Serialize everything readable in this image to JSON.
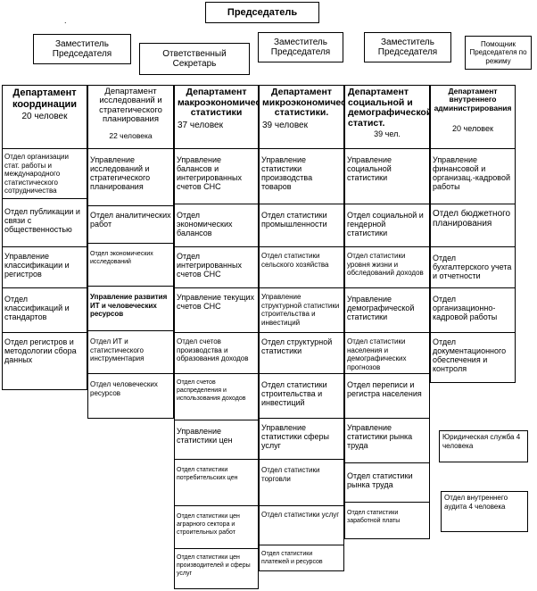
{
  "top": {
    "chairman": "Председатель",
    "deputies": [
      "Заместитель Председателя",
      "Заместитель Председателя",
      "Заместитель Председателя"
    ],
    "secretary": "Ответственный Секретарь",
    "assistant": "Помощник Председателя по режиму"
  },
  "departments": [
    {
      "name": "Департамент координации",
      "count": "20 человек"
    },
    {
      "name": "Департамент исследований и стратегического планирования",
      "count": "22 человека"
    },
    {
      "name": "Департамент макроэкономической статистики",
      "count": "37 человек"
    },
    {
      "name": "Департамент микроэкономической статистики.",
      "count": "39 человек"
    },
    {
      "name": "Департамент социальной и демографической статист.",
      "count": "39 чел."
    },
    {
      "name": "Департамент внутреннего администрирования",
      "count": "20 человек"
    }
  ],
  "units": {
    "col1": [
      "Отдел организации стат. работы и международного статистического сотрудничества",
      "Отдел публикации и связи с общественностью",
      "Управление классификации и регистров",
      "Отдел классификаций и стандартов",
      "Отдел регистров и методологии сбора данных"
    ],
    "col2": [
      "Управление исследований и стратегического планирования",
      "Отдел аналитических работ",
      "Отдел экономических исследований",
      "Управление развития ИТ и человеческих ресурсов",
      "Отдел ИТ и статистического инструментария",
      "Отдел человеческих ресурсов"
    ],
    "col3": [
      "Управление балансов и интегрированных счетов СНС",
      "Отдел экономических балансов",
      "Отдел интегрированных счетов СНС",
      "Управление текущих счетов СНС",
      "Отдел счетов производства и образования доходов",
      "Отдел счетов распределения и использования доходов",
      "Управление статистики цен",
      "Отдел статистики потребительских цен",
      "Отдел статистики цен аграрного сектора и строительных работ",
      "Отдел статистики цен производителей и сферы услуг"
    ],
    "col4": [
      "Управление статистики производства товаров",
      "Отдел статистики промышленности",
      "Отдел статистики сельского хозяйства",
      "Управление структурной статистики строительства и инвестиций",
      "Отдел структурной статистики",
      "Отдел статистики строительства и инвестиций",
      "Управление статистики сферы услуг",
      "Отдел статистики торговли",
      "Отдел статистики услуг",
      "Отдел статистики платежей и ресурсов"
    ],
    "col5": [
      "Управление социальной статистики",
      "Отдел социальной и гендерной статистики",
      "Отдел статистики уровня жизни и обследований доходов",
      "Управление демографической статистики",
      "Отдел статистики населения и демографических прогнозов",
      "Отдел переписи и регистра населения",
      "Управление статистики рынка труда",
      "Отдел статистики рынка труда",
      "Отдел статистики заработной платы"
    ],
    "col6": [
      "Управление финансовой и организац.-кадровой работы",
      "Отдел бюджетного планирования",
      "Отдел бухгалтерского учета и отчетности",
      "Отдел организационно-кадровой работы",
      "Отдел документационного обеспечения и контроля"
    ]
  },
  "side": {
    "legal": "Юридическая служба 4 человека",
    "audit": "Отдел внутреннего аудита 4 человека"
  },
  "marks": {
    "dot": "."
  }
}
